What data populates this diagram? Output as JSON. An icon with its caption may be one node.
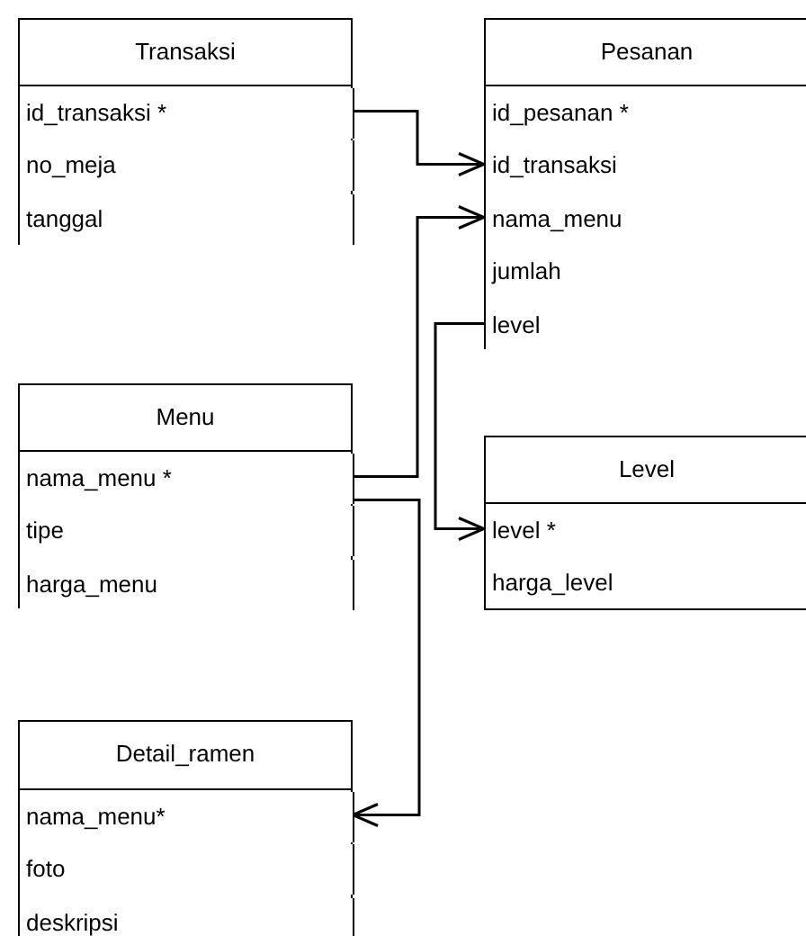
{
  "diagram": {
    "nodes": [
      {
        "text": [
          "Transaksi"
        ]
      },
      {
        "text": [
          "id_transaksi *"
        ],
        "in": 0
      },
      {
        "text": [
          "no_meja"
        ],
        "in": 0
      },
      {
        "text": [
          "tanggal"
        ],
        "in": 0
      },
      {
        "text": [
          "Pesanan"
        ]
      },
      {
        "text": [
          "id_pesanan *"
        ],
        "in": 4
      },
      {
        "text": [
          "id_transaksi"
        ],
        "in": 4
      },
      {
        "text": [
          "nama_menu"
        ],
        "in": 4
      },
      {
        "text": [
          "jumlah"
        ],
        "in": 4
      },
      {
        "text": [
          "level"
        ],
        "in": 4
      },
      {
        "text": [
          "Menu"
        ]
      },
      {
        "text": [
          "nama_menu *"
        ],
        "in": 10
      },
      {
        "text": [
          "tipe"
        ],
        "in": 10
      },
      {
        "text": [
          "harga_menu"
        ],
        "in": 10
      },
      {
        "text": [
          "Level"
        ]
      },
      {
        "text": [
          "level *"
        ],
        "in": 14
      },
      {
        "text": [
          "harga_level"
        ],
        "in": 14
      },
      {
        "text": [
          "Detail_ramen"
        ]
      },
      {
        "text": [
          "nama_menu*"
        ],
        "in": 17
      },
      {
        "text": [
          "foto"
        ],
        "in": 17
      },
      {
        "text": [
          "deskripsi"
        ],
        "in": 17
      }
    ],
    "edges": [
      {
        "from": 1,
        "to": 6,
        "arrow": "to"
      },
      {
        "from": 11,
        "to": 7,
        "arrow": "to"
      },
      {
        "from": 9,
        "to": 15,
        "arrow": "to"
      },
      {
        "from": 11,
        "to": 18,
        "arrow": "to"
      }
    ]
  }
}
